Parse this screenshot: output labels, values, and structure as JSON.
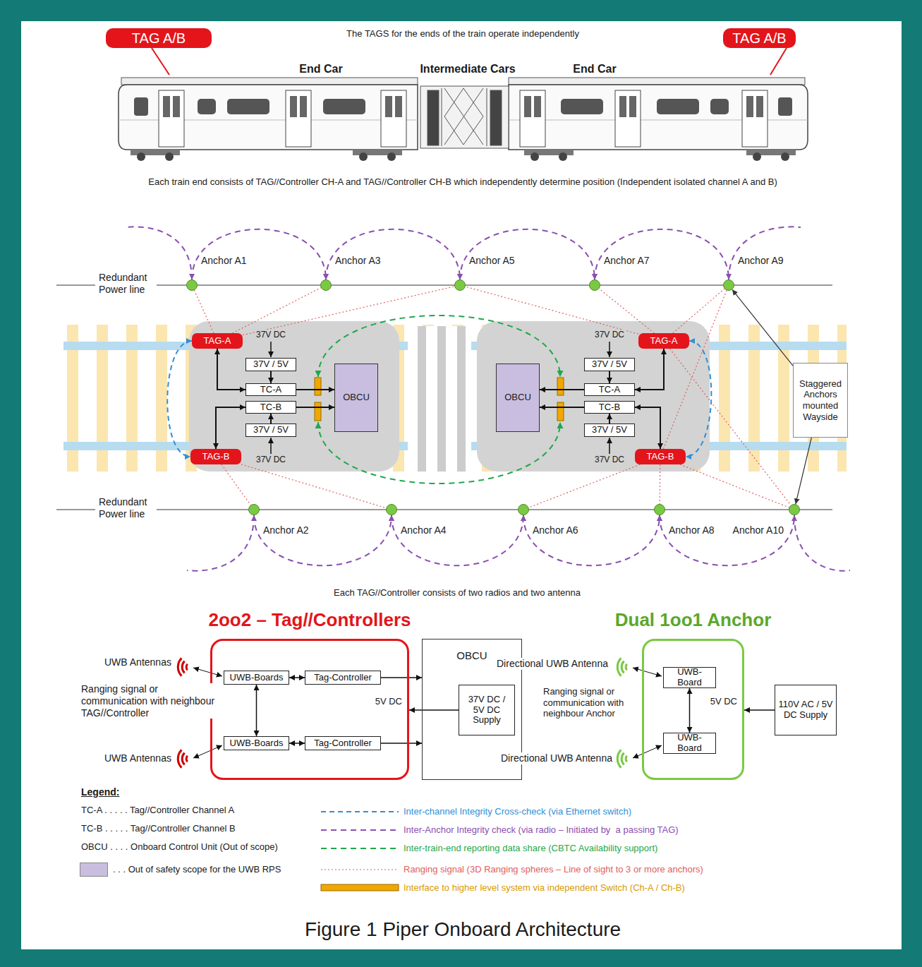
{
  "diagram": {
    "caption": "Figure 1 Piper Onboard Architecture",
    "nodes": [
      {
        "text": [
          "TAG A/B"
        ]
      },
      {
        "text": [
          "TAG A/B"
        ]
      },
      {
        "text": [
          "Anchor A1"
        ]
      },
      {
        "text": [
          "Anchor A3"
        ]
      },
      {
        "text": [
          "Anchor A5"
        ]
      },
      {
        "text": [
          "Anchor A7"
        ]
      },
      {
        "text": [
          "Anchor A9"
        ]
      },
      {
        "text": [
          "TAG-A"
        ]
      },
      {
        "text": [
          "37V / 5V"
        ]
      },
      {
        "text": [
          "TC-A"
        ]
      },
      {
        "text": [
          "TC-B"
        ]
      },
      {
        "text": [
          "37V / 5V"
        ]
      },
      {
        "text": [
          "TAG-B"
        ]
      },
      {
        "text": [
          "OBCU"
        ]
      },
      {
        "text": [
          "OBCU"
        ]
      },
      {
        "text": [
          "TAG-A"
        ]
      },
      {
        "text": [
          "37V / 5V"
        ]
      },
      {
        "text": [
          "TC-A"
        ]
      },
      {
        "text": [
          "TC-B"
        ]
      },
      {
        "text": [
          "37V / 5V"
        ]
      },
      {
        "text": [
          "TAG-B"
        ]
      },
      {
        "text": [
          "Staggered Anchors mounted Wayside"
        ]
      },
      {
        "text": [
          "Anchor A2"
        ]
      },
      {
        "text": [
          "Anchor A4"
        ]
      },
      {
        "text": [
          "Anchor A6"
        ]
      },
      {
        "text": [
          "Anchor A8"
        ]
      },
      {
        "text": [
          "Anchor A10"
        ]
      },
      {
        "text": [
          "2oo2 – Tag//Controllers"
        ]
      },
      {
        "text": [
          "UWB-Boards"
        ],
        "in": 27
      },
      {
        "text": [
          "Tag-Controller"
        ],
        "in": 27
      },
      {
        "text": [
          "UWB-Boards"
        ],
        "in": 27
      },
      {
        "text": [
          "Tag-Controller"
        ],
        "in": 27
      },
      {
        "text": [
          "OBCU"
        ]
      },
      {
        "text": [
          "37V DC / 5V DC Supply"
        ],
        "in": 32
      },
      {
        "text": [
          "Dual 1oo1 Anchor"
        ]
      },
      {
        "text": [
          "UWB-Board"
        ],
        "in": 34
      },
      {
        "text": [
          "UWB-Board"
        ],
        "in": 34
      },
      {
        "text": [
          "110V AC / 5V DC Supply"
        ]
      }
    ],
    "edges": [
      {
        "from": 9,
        "to": 7,
        "arrow": "both"
      },
      {
        "from": 10,
        "to": 12,
        "arrow": "both"
      },
      {
        "from": 8,
        "to": 9,
        "arrow": "to"
      },
      {
        "from": 11,
        "to": 10,
        "arrow": "to"
      },
      {
        "from": 9,
        "to": 13,
        "arrow": "to"
      },
      {
        "from": 10,
        "to": 13,
        "arrow": "to"
      },
      {
        "from": 7,
        "to": 12,
        "arrow": "both"
      },
      {
        "from": 17,
        "to": 15,
        "arrow": "both"
      },
      {
        "from": 18,
        "to": 20,
        "arrow": "both"
      },
      {
        "from": 16,
        "to": 17,
        "arrow": "to"
      },
      {
        "from": 19,
        "to": 18,
        "arrow": "to"
      },
      {
        "from": 17,
        "to": 14,
        "arrow": "to"
      },
      {
        "from": 18,
        "to": 14,
        "arrow": "to"
      },
      {
        "from": 15,
        "to": 20,
        "arrow": "both"
      },
      {
        "from": 21,
        "to": 6,
        "arrow": "to"
      },
      {
        "from": 21,
        "to": 26,
        "arrow": "to"
      },
      {
        "from": 2,
        "to": 3,
        "arrow": "both"
      },
      {
        "from": 3,
        "to": 4,
        "arrow": "both"
      },
      {
        "from": 4,
        "to": 5,
        "arrow": "both"
      },
      {
        "from": 5,
        "to": 6,
        "arrow": "both"
      },
      {
        "from": 22,
        "to": 23,
        "arrow": "both"
      },
      {
        "from": 23,
        "to": 24,
        "arrow": "both"
      },
      {
        "from": 24,
        "to": 25,
        "arrow": "both"
      },
      {
        "from": 25,
        "to": 26,
        "arrow": "both"
      },
      {
        "from": 7,
        "to": 2,
        "arrow": "none"
      },
      {
        "from": 7,
        "to": 3,
        "arrow": "none"
      },
      {
        "from": 7,
        "to": 4,
        "arrow": "none"
      },
      {
        "from": 12,
        "to": 22,
        "arrow": "none"
      },
      {
        "from": 12,
        "to": 23,
        "arrow": "none"
      },
      {
        "from": 15,
        "to": 4,
        "arrow": "none"
      },
      {
        "from": 15,
        "to": 5,
        "arrow": "none"
      },
      {
        "from": 15,
        "to": 6,
        "arrow": "none"
      },
      {
        "from": 15,
        "to": 26,
        "arrow": "none"
      },
      {
        "from": 20,
        "to": 24,
        "arrow": "none"
      },
      {
        "from": 20,
        "to": 25,
        "arrow": "none"
      },
      {
        "from": 20,
        "to": 26,
        "arrow": "none"
      },
      {
        "from": 20,
        "to": 6,
        "arrow": "none"
      },
      {
        "from": 28,
        "to": 29,
        "arrow": "both"
      },
      {
        "from": 30,
        "to": 31,
        "arrow": "both"
      },
      {
        "from": 28,
        "to": 30,
        "arrow": "both"
      },
      {
        "from": 29,
        "to": 32,
        "arrow": "to"
      },
      {
        "from": 31,
        "to": 32,
        "arrow": "to"
      },
      {
        "from": 33,
        "to": 27,
        "label": "5V DC",
        "arrow": "to"
      },
      {
        "from": 35,
        "to": 36,
        "arrow": "both"
      },
      {
        "from": 37,
        "to": 34,
        "label": "5V DC",
        "arrow": "to"
      }
    ],
    "labels": [
      "The TAGS for the ends of the train operate independently",
      "End Car",
      "Intermediate Cars",
      "End Car",
      "Each train end consists of TAG//Controller CH-A and TAG//Controller CH-B which independently determine position (Independent isolated channel A and B)",
      "Redundant Power line",
      "Redundant Power line",
      "37V DC",
      "37V DC",
      "37V DC",
      "37V DC",
      "Each TAG//Controller consists of two radios and two antenna",
      "UWB Antennas",
      "Ranging signal or communication with neighbour TAG//Controller",
      "UWB Antennas",
      "Directional UWB Antenna",
      "Ranging signal or communication with neighbour Anchor",
      "Directional UWB Antenna",
      "Legend:",
      "TC-A . . . . . Tag//Controller Channel A",
      "TC-B . . . . . Tag//Controller Channel B",
      "OBCU . . . . Onboard Control Unit (Out of scope)"
    ],
    "legend": [
      {
        "text": ". . . Out of safety scope for the UWB RPS",
        "color": "#c9bedf"
      },
      {
        "text": "Inter-channel Integrity Cross-check (via Ethernet switch)"
      },
      {
        "text": "Inter-Anchor Integrity check (via radio – Initiated by  a passing TAG)"
      },
      {
        "text": "Inter-train-end reporting data share (CBTC Availability support)"
      },
      {
        "text": "Ranging signal (3D Ranging spheres – Line of sight to 3 or more anchors)"
      },
      {
        "text": "Interface to higher level system via independent Switch (Ch-A / Ch-B)"
      }
    ]
  }
}
